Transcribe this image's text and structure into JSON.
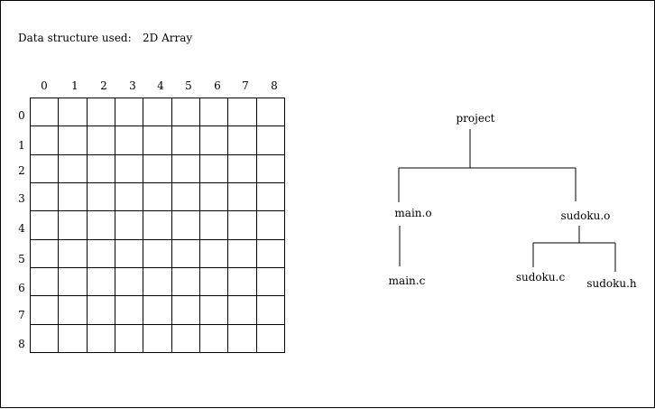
{
  "header": {
    "label": "Data structure used:",
    "value": "2D Array"
  },
  "grid": {
    "columns": [
      "0",
      "1",
      "2",
      "3",
      "4",
      "5",
      "6",
      "7",
      "8"
    ],
    "rows": [
      "0",
      "1",
      "2",
      "3",
      "4",
      "5",
      "6",
      "7",
      "8"
    ]
  },
  "tree": {
    "nodes": {
      "project": "project",
      "main_o": "main.o",
      "sudoku_o": "sudoku.o",
      "main_c": "main.c",
      "sudoku_c": "sudoku.c",
      "sudoku_h": "sudoku.h"
    }
  }
}
